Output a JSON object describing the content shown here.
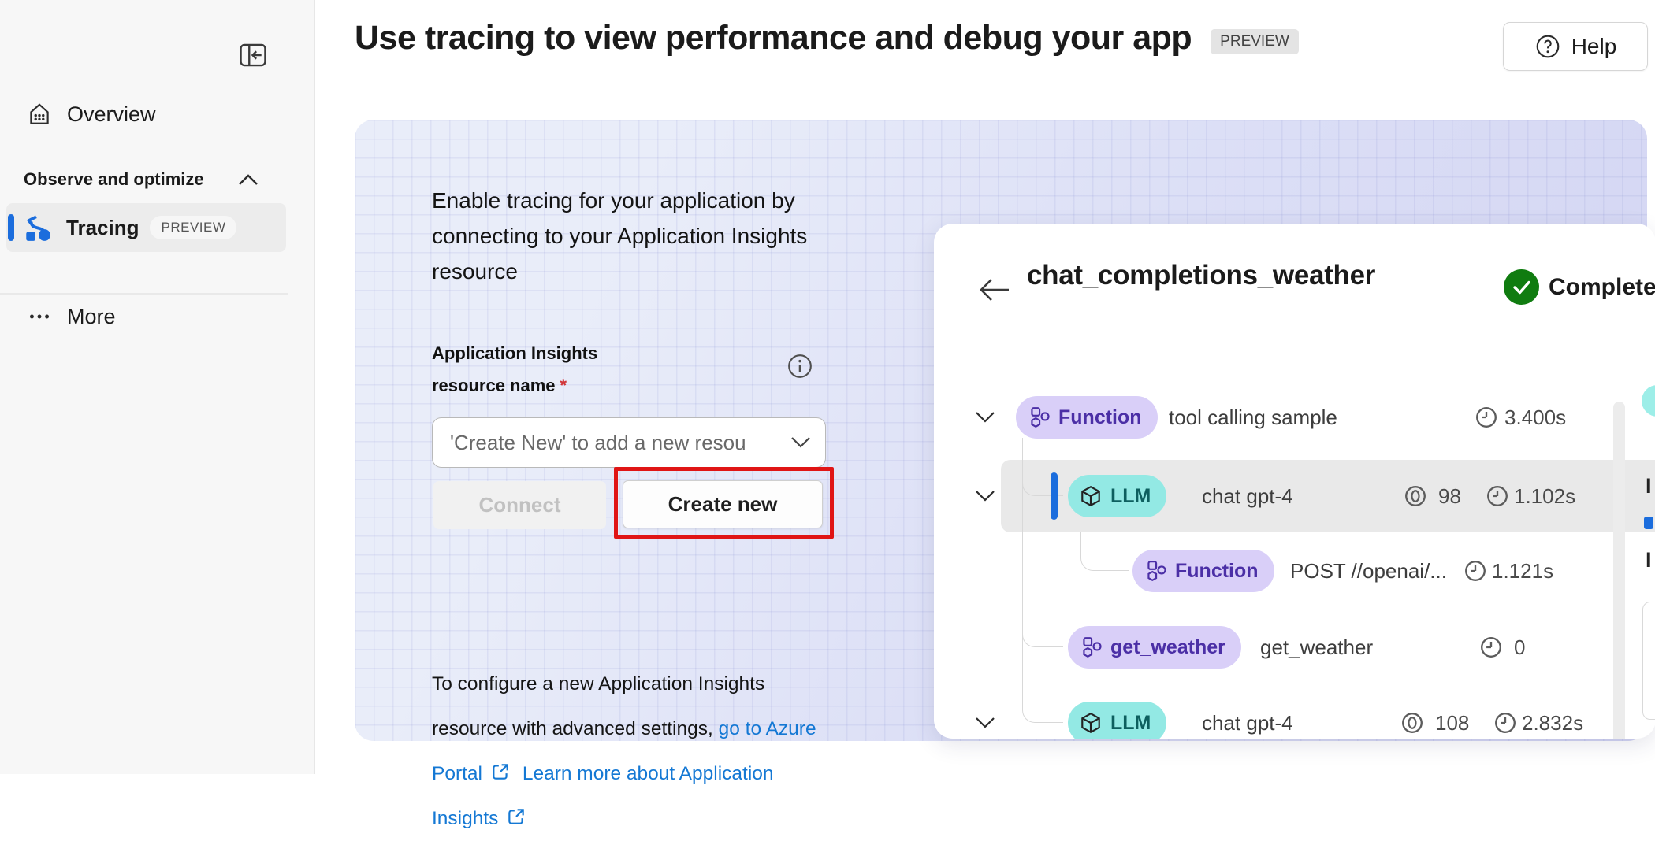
{
  "sidebar": {
    "overview_label": "Overview",
    "section_label": "Observe and optimize",
    "tracing_label": "Tracing",
    "tracing_badge": "PREVIEW",
    "more_label": "More"
  },
  "header": {
    "title": "Use tracing to view performance and debug your app",
    "preview_badge": "PREVIEW",
    "help_label": "Help"
  },
  "setup_panel": {
    "intro": "Enable tracing for your application by connecting to your Application Insights resource",
    "field_label": "Application Insights resource name",
    "required_marker": "*",
    "dropdown_value": "'Create New' to add a new resou",
    "connect_label": "Connect",
    "create_new_label": "Create new",
    "footnote_prefix": "To configure a new Application Insights resource with advanced settings,",
    "link_azure_portal": "go to Azure Portal",
    "link_learn_more": "Learn more about Application Insights"
  },
  "trace": {
    "title": "chat_completions_weather",
    "status": "Completed",
    "rows": [
      {
        "badge": "Function",
        "name": "tool calling sample",
        "duration": "3.400s"
      },
      {
        "badge": "LLM",
        "name": "chat gpt-4",
        "tokens": "98",
        "duration": "1.102s"
      },
      {
        "badge": "Function",
        "name": "POST //openai/...",
        "duration": "1.121s"
      },
      {
        "badge": "get_weather",
        "name": "get_weather",
        "duration": "0"
      },
      {
        "badge": "LLM",
        "name": "chat gpt-4",
        "tokens": "108",
        "duration": "2.832s"
      }
    ],
    "fragments": {
      "text_1": "I",
      "text_2": "I"
    }
  },
  "colors": {
    "accent_blue": "#1b6ddd",
    "link_blue": "#1478d4",
    "annotation_red": "#e01515",
    "status_green": "#107c10",
    "badge_purple_bg": "#d9cff8",
    "badge_purple_text": "#4b2fa6",
    "badge_teal_bg": "#93e9e4",
    "badge_teal_text": "#0d5f5f"
  }
}
